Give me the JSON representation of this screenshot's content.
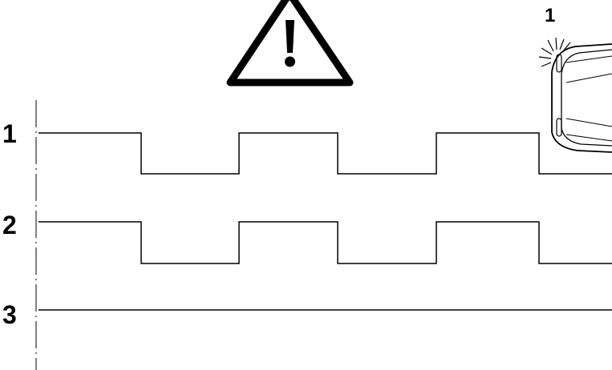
{
  "warning": {
    "icon": "warning-triangle-icon"
  },
  "car": {
    "icon": "car-top-view-icon",
    "callout": "1"
  },
  "rows": [
    {
      "label": "1",
      "pattern": "square-wave"
    },
    {
      "label": "2",
      "pattern": "square-wave"
    },
    {
      "label": "3",
      "pattern": "constant"
    }
  ]
}
